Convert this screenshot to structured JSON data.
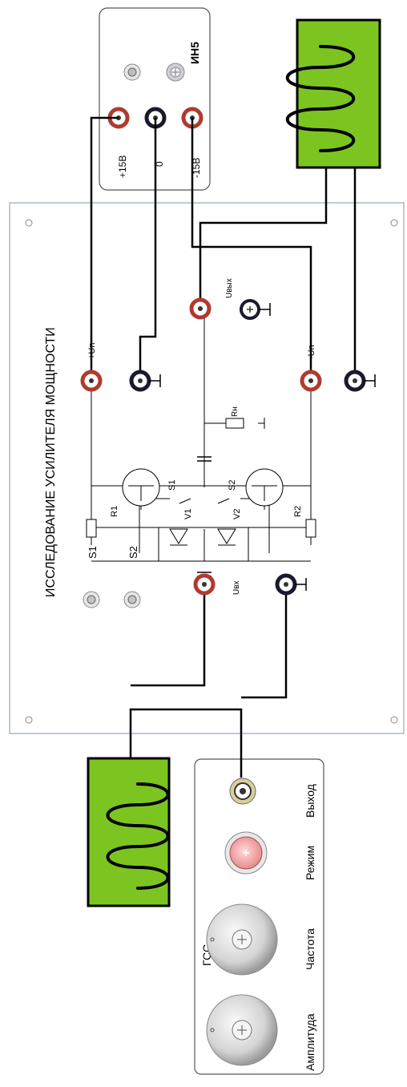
{
  "panel": {
    "title": "ИССЛЕДОВАНИЕ  УСИЛИТЕЛЯ МОЩНОСТИ"
  },
  "switches": {
    "s1": "S1",
    "s2": "S2"
  },
  "terminals": {
    "plus_un": "+Un",
    "minus_un": "-Un",
    "u_out": "Uвых",
    "u_in": "Uвх"
  },
  "components": {
    "r1": "R1",
    "r2": "R2",
    "rn": "Rн",
    "v1": "V1",
    "v2": "V2",
    "s1": "S1",
    "s2": "S2"
  },
  "power_supply": {
    "name": "ИН5",
    "plus": "+15В",
    "zero": "0",
    "minus": "-15В"
  },
  "generator": {
    "name": "ГСС",
    "amplitude": "Амплитуда",
    "frequency": "Частота",
    "mode": "Режим",
    "output": "Выход"
  },
  "colors": {
    "screen_green": "#7cc520",
    "terminal_red": "#c0392b",
    "terminal_black": "#1a1a2e",
    "mode_pink": "#f3a3a3"
  }
}
